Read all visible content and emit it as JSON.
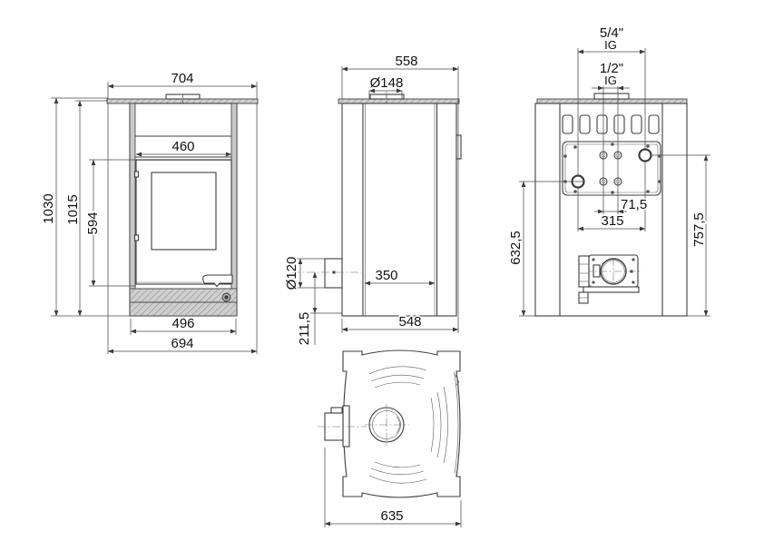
{
  "front": {
    "top_plate_width": "704",
    "firebox_opening_width": "460",
    "overall_height": "1030",
    "body_height": "1015",
    "door_height": "594",
    "body_width": "496",
    "base_width": "694"
  },
  "side": {
    "overall_depth": "558",
    "top_flue_diameter": "Ø148",
    "rear_flue_diameter": "Ø120",
    "rear_flue_center_height": "211,5",
    "pedestal_depth": "350",
    "base_depth": "548"
  },
  "back": {
    "boiler_connection_size": "5/4\"",
    "boiler_connection_thread": "IG",
    "sensor_connection_size": "1/2\"",
    "sensor_connection_thread": "IG",
    "sensor_spacing": "71,5",
    "boiler_spacing": "315",
    "left_connection_height": "632,5",
    "right_connection_height": "757,5"
  },
  "top": {
    "overall_width": "635"
  },
  "colors": {
    "line": "#3c3c3c",
    "dimension_line": "#4a4a4a",
    "plate_fill": "#cfcfcf",
    "background": "#ffffff"
  }
}
